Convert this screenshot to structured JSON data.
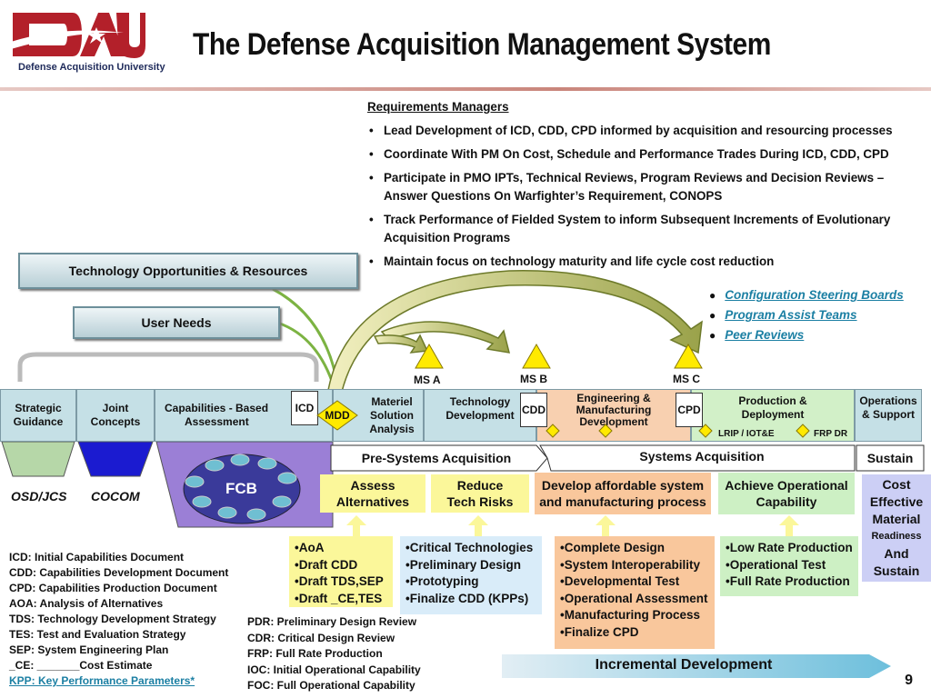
{
  "header": {
    "logo_letters": "DAU",
    "logo_subtitle": "Defense Acquisition University",
    "title": "The Defense Acquisition Management System"
  },
  "requirements_managers": {
    "heading": "Requirements Managers",
    "bullets": [
      "Lead Development of ICD, CDD, CPD informed by acquisition and resourcing processes",
      "Coordinate With PM On Cost, Schedule and Performance Trades During ICD, CDD, CPD",
      "Participate in PMO IPTs, Technical Reviews, Program Reviews and Decision Reviews – Answer Questions On Warfighter’s Requirement, CONOPS",
      "Track Performance of Fielded System to inform Subsequent Increments of Evolutionary Acquisition Programs",
      "Maintain focus on technology maturity and life cycle cost reduction"
    ]
  },
  "links": [
    "Configuration Steering Boards",
    "Program Assist Teams",
    "Peer Reviews"
  ],
  "inputs": {
    "tech_opportunities": "Technology Opportunities & Resources",
    "user_needs": "User Needs"
  },
  "band": {
    "strategic_guidance": [
      "Strategic",
      "Guidance"
    ],
    "joint_concepts": [
      "Joint",
      "Concepts"
    ],
    "cba": [
      "Capabilities - Based",
      "Assessment"
    ],
    "msa": [
      "Materiel",
      "Solution",
      "Analysis"
    ],
    "td": [
      "Technology",
      "Development"
    ],
    "emd": [
      "Engineering &",
      "Manufacturing",
      "Development"
    ],
    "pd": [
      "Production &",
      "Deployment"
    ],
    "os": [
      "Operations",
      "& Support"
    ],
    "lrip": "LRIP / IOT&E",
    "frp": "FRP DR"
  },
  "docs": {
    "icd": "ICD",
    "mdd": "MDD",
    "cdd": "CDD",
    "cpd": "CPD"
  },
  "milestones": {
    "a": "MS A",
    "b": "MS B",
    "c": "MS C"
  },
  "orgs": {
    "osd": "OSD/JCS",
    "cocom": "COCOM",
    "fcb": "FCB"
  },
  "phases": {
    "pre": "Pre-Systems Acquisition",
    "sys": "Systems Acquisition",
    "sustain": "Sustain"
  },
  "activities": {
    "assess": [
      "Assess",
      "Alternatives"
    ],
    "reduce": [
      "Reduce",
      "Tech Risks"
    ],
    "develop": [
      "Develop affordable system",
      "and manufacturing process"
    ],
    "achieve": [
      "Achieve Operational",
      "Capability"
    ],
    "cost": [
      "Cost",
      "Effective",
      "Material",
      "Readiness",
      "And",
      "Sustain"
    ]
  },
  "lists": {
    "msa": [
      "•AoA",
      "•Draft CDD",
      "•Draft TDS,SEP",
      "•Draft _CE,TES"
    ],
    "td": [
      "•Critical Technologies",
      "•Preliminary Design",
      "•Prototyping",
      "•Finalize CDD (KPPs)"
    ],
    "emd": [
      "•Complete Design",
      "•System Interoperability",
      "•Developmental Test",
      "•Operational Assessment",
      "•Manufacturing Process",
      "•Finalize CPD"
    ],
    "pd": [
      "•Low Rate Production",
      "•Operational Test",
      "•Full Rate Production"
    ]
  },
  "glossary_left": [
    "ICD: Initial Capabilities Document",
    "CDD: Capabilities Development Document",
    "CPD: Capabilities Production Document",
    "AOA:  Analysis of Alternatives",
    "TDS: Technology Development Strategy",
    "TES:  Test and Evaluation Strategy",
    "SEP:  System Engineering Plan",
    "_CE:  _______Cost Estimate"
  ],
  "glossary_kpp": "KPP:  Key Performance Parameters*",
  "glossary_right": [
    "PDR:  Preliminary Design Review",
    "CDR: Critical Design Review",
    "FRP: Full Rate Production",
    "IOC: Initial Operational Capability",
    "FOC: Full Operational Capability"
  ],
  "incremental": "Incremental Development",
  "page_number": "9",
  "colors": {
    "logo_red": "#b3202a",
    "band_teal": "#c5e0e6",
    "band_green": "#d2f0c8",
    "band_orange": "#f8d0b0",
    "yellow": "#fbf79a",
    "blue_list": "#d9ecf9",
    "orange_list": "#f9c79c",
    "green_list": "#cdf0c4",
    "purple": "#9b7fd6",
    "link_blue": "#1b7fa3"
  }
}
